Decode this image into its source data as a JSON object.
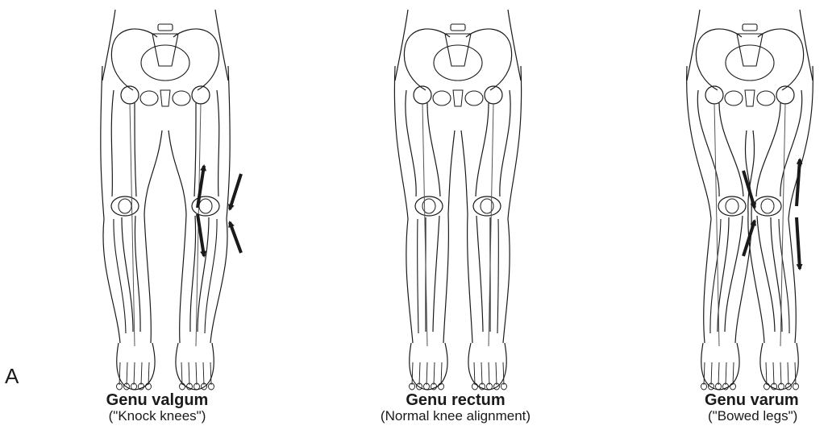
{
  "panel_label": "A",
  "figures": [
    {
      "id": "valgum",
      "title": "Genu valgum",
      "subtitle": "(\"Knock knees\")",
      "knee_shift": -1,
      "arrows": "valgus"
    },
    {
      "id": "rectum",
      "title": "Genu rectum",
      "subtitle": "(Normal knee alignment)",
      "knee_shift": 0,
      "arrows": "none"
    },
    {
      "id": "varum",
      "title": "Genu varum",
      "subtitle": "(\"Bowed legs\")",
      "knee_shift": 1,
      "arrows": "varus"
    }
  ],
  "colors": {
    "line": "#1a1a1a",
    "axis": "#555555",
    "arrow": "#1a1a1a",
    "background": "#ffffff"
  }
}
